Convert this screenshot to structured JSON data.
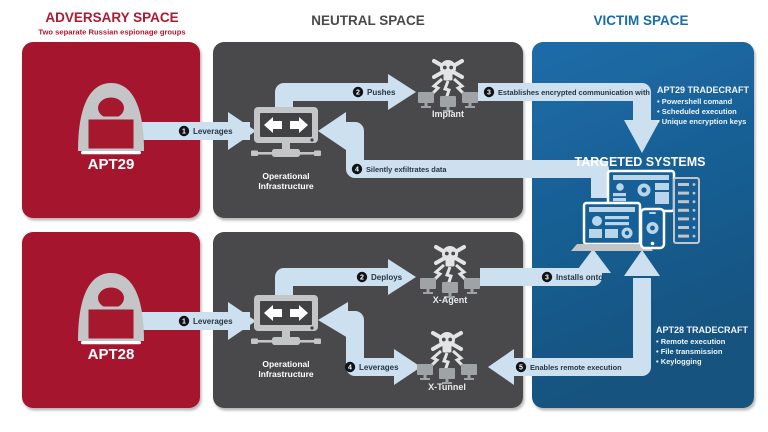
{
  "colors": {
    "red": "#a5182e",
    "red_text": "#ad1a31",
    "gray_panel": "#49494b",
    "gray_text": "#4a4a4c",
    "blue_light": "#1c6ca9",
    "blue_dark": "#15527e",
    "blue_text": "#1b6cab",
    "band": "#cde0f0",
    "step_text": "#263645",
    "badge": "#101418",
    "icon_gray": "#c3c5c7",
    "screen_dark": "#424245",
    "skull": "#e2e4e5",
    "mini_gray": "#9fa3a6",
    "device_screen": "#176097",
    "device_fragment": "#b9d5ea"
  },
  "header": {
    "adversary_title": "ADVERSARY SPACE",
    "adversary_subtitle": "Two separate Russian espionage groups",
    "neutral_title": "NEUTRAL SPACE",
    "victim_title": "VICTIM SPACE"
  },
  "adversary": {
    "apt29_name": "APT29",
    "apt28_name": "APT28"
  },
  "neutral": {
    "infra_label": {
      "line1": "Operational",
      "line2": "Infrastructure"
    },
    "implant_label": "Implant",
    "xagent_label": "X-Agent",
    "xtunnel_label": "X-Tunnel"
  },
  "flows": {
    "apt29": {
      "steps": [
        {
          "num": "1",
          "label": "Leverages"
        },
        {
          "num": "2",
          "label": "Pushes"
        },
        {
          "num": "3",
          "label": "Establishes encrypted communication with"
        },
        {
          "num": "4",
          "label": "Silently exfiltrates data"
        }
      ]
    },
    "apt28": {
      "steps": [
        {
          "num": "1",
          "label": "Leverages"
        },
        {
          "num": "2",
          "label": "Deploys"
        },
        {
          "num": "3",
          "label": "Installs onto"
        },
        {
          "num": "4",
          "label": "Leverages"
        },
        {
          "num": "5",
          "label": "Enables remote execution"
        }
      ]
    }
  },
  "victim": {
    "targeted_label": "TARGETED SYSTEMS",
    "apt29_tradecraft": {
      "title": "APT29 TRADECRAFT",
      "items": [
        "• Powershell comand",
        "• Scheduled execution",
        "• Unique encryption keys"
      ]
    },
    "apt28_tradecraft": {
      "title": "APT28 TRADECRAFT",
      "items": [
        "• Remote execution",
        "• File transmission",
        "• Keylogging"
      ]
    }
  },
  "icons": {
    "adversary": "hooded-hacker-icon",
    "infrastructure": "monitor-sync-arrows-icon",
    "malware": "skull-crossbones-network-icon",
    "victim_devices": "targeted-devices-cluster-icon"
  }
}
